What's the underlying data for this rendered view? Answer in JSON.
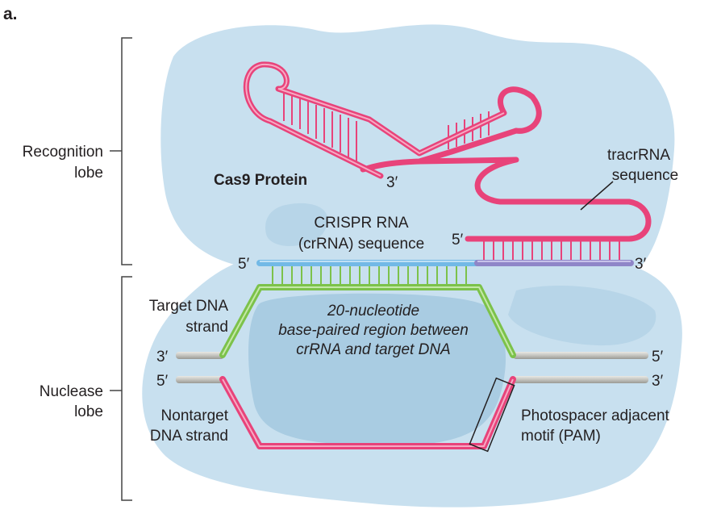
{
  "panel_label": "a.",
  "protein_label": "Cas9 Protein",
  "recognition_lobe": {
    "line1": "Recognition",
    "line2": "lobe"
  },
  "nuclease_lobe": {
    "line1": "Nuclease",
    "line2": "lobe"
  },
  "crRNA": {
    "line1": "CRISPR RNA",
    "line2": "(crRNA) sequence"
  },
  "tracrRNA": {
    "line1": "tracrRNA",
    "line2": "sequence"
  },
  "target_strand": {
    "line1": "Target DNA",
    "line2": "strand"
  },
  "nontarget_strand": {
    "line1": "Nontarget",
    "line2": "DNA strand"
  },
  "base_paired_region": {
    "line1": "20-nucleotide",
    "line2": "base-paired region between",
    "line3": "crRNA and target DNA"
  },
  "pam": {
    "line1": "Photospacer adjacent",
    "line2": "motif (PAM)"
  },
  "end_labels": {
    "rna_3prime_top": "3′",
    "tracr_5prime": "5′",
    "crRNA_5prime": "5′",
    "duplex_3prime": "3′",
    "target_left_3prime": "3′",
    "target_right_5prime": "5′",
    "nontarget_left_5prime": "5′",
    "nontarget_right_3prime": "3′"
  },
  "colors": {
    "protein_fill": "#c8e0ef",
    "protein_shade": "#a9cce2",
    "rna": "#e8437a",
    "crRNA": "#72b9e6",
    "duplex": "#8f86c8",
    "target_dna": "#7cc24a",
    "dna_gray": "#c9c9c4"
  }
}
